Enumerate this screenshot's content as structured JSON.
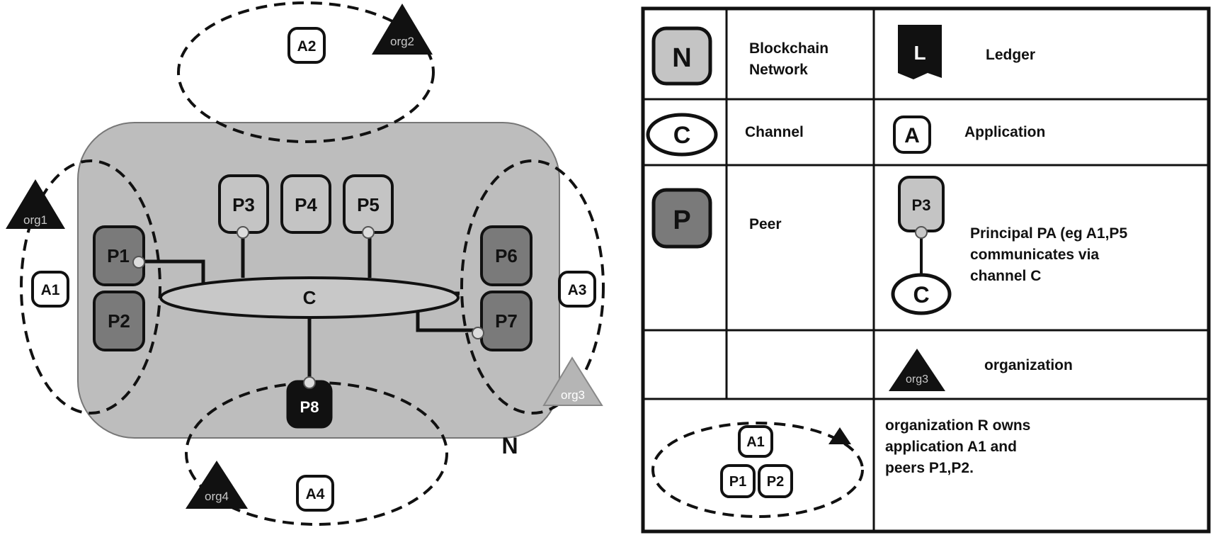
{
  "diagram": {
    "network_label": "N",
    "channel_label": "C",
    "organizations": [
      "org1",
      "org2",
      "org3",
      "org4"
    ],
    "applications": [
      "A1",
      "A2",
      "A3",
      "A4"
    ],
    "peers": [
      "P1",
      "P2",
      "P3",
      "P4",
      "P5",
      "P6",
      "P7",
      "P8"
    ]
  },
  "legend": {
    "network": {
      "symbol": "N",
      "text_line1": "Blockchain",
      "text_line2": "Network"
    },
    "ledger": {
      "symbol": "L",
      "text": "Ledger"
    },
    "channel": {
      "symbol": "C",
      "text": "Channel"
    },
    "application": {
      "symbol": "A",
      "text": "Application"
    },
    "peer": {
      "symbol": "P",
      "text": "Peer"
    },
    "principal": {
      "peer_symbol": "P3",
      "channel_symbol": "C",
      "text_line1": "Principal PA (eg A1,P5",
      "text_line2": "communicates via",
      "text_line3": "channel C"
    },
    "organization": {
      "symbol": "org3",
      "text": "organization"
    },
    "ownership": {
      "app_symbol": "A1",
      "peer1_symbol": "P1",
      "peer2_symbol": "P2",
      "text_line1": "organization R owns",
      "text_line2": "application A1 and",
      "text_line3": "peers P1,P2."
    }
  },
  "colors": {
    "network_fill": "#bdbdbd",
    "dark_peer_fill": "#7a7a7a",
    "light_peer_fill": "#c4c4c4",
    "org_dark": "#111111",
    "org_light": "#b5b5b5",
    "p8_fill": "#111111"
  }
}
